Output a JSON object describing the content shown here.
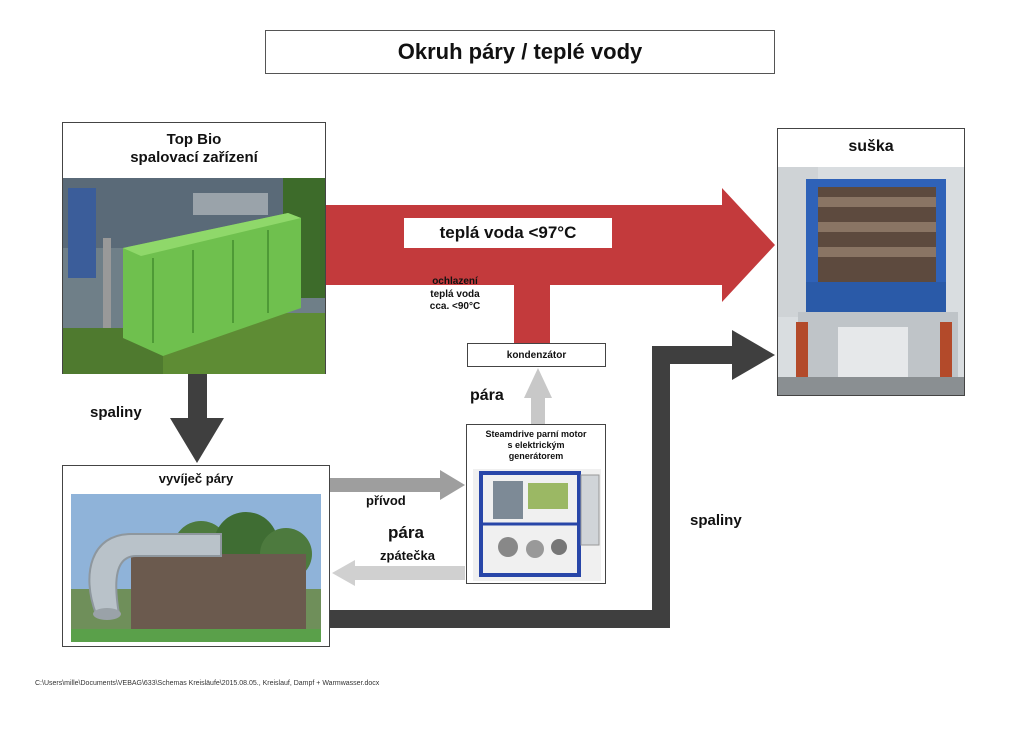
{
  "title": "Okruh páry / teplé vody",
  "boiler": {
    "line1": "Top Bio",
    "line2": "spalovací zařízení"
  },
  "dryer": {
    "label": "suška"
  },
  "steam_generator": {
    "label": "vyvíječ páry"
  },
  "steam_engine": {
    "line1": "Steamdrive parní motor",
    "line2": "s elektrickým",
    "line3": "generátorem"
  },
  "condenser": {
    "label": "kondenzátor"
  },
  "flows": {
    "hot_water": "teplá voda <97°C",
    "cooled_line1": "ochlazení",
    "cooled_line2": "teplá voda",
    "cooled_line3": "cca. <90°C",
    "flue_gas_down": "spaliny",
    "flue_gas_right": "spaliny",
    "steam_up": "pára",
    "steam_mid": "pára",
    "supply": "přívod",
    "return": "zpátečka"
  },
  "footer": "C:\\Users\\mille\\Documents\\VEBAG\\633\\Schemas Kreisläufe\\2015.08.05., Kreislauf, Dampf + Warmwasser.docx",
  "colors": {
    "hot_water": "#c33a3c",
    "flue_gas": "#3f3f3f",
    "steam": "#bdbdbd"
  }
}
